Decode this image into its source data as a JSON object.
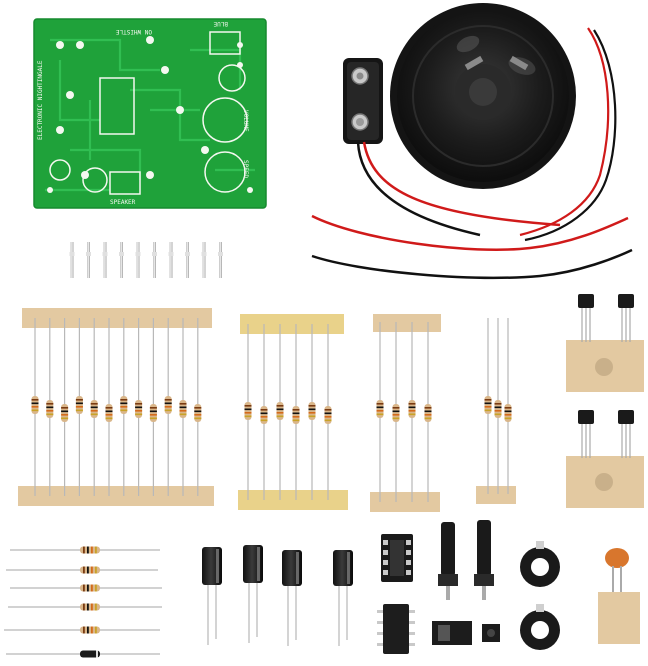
{
  "pcb": {
    "silkscreen": {
      "top_left": "ON WHISTLE",
      "top_right": "BLUE",
      "left_side": "ELECTRONIC NIGHTINGALE",
      "speaker": "SPEAKER",
      "volume": "VOLUME",
      "speed": "SPEED"
    }
  },
  "colors": {
    "pcb_green": "#1fa23a",
    "resistor_body": "#d9b68a",
    "tape": "#e3c9a1",
    "speaker_cone": "#1e1e1e",
    "wire_red": "#d01a1a",
    "wire_black": "#111111"
  }
}
